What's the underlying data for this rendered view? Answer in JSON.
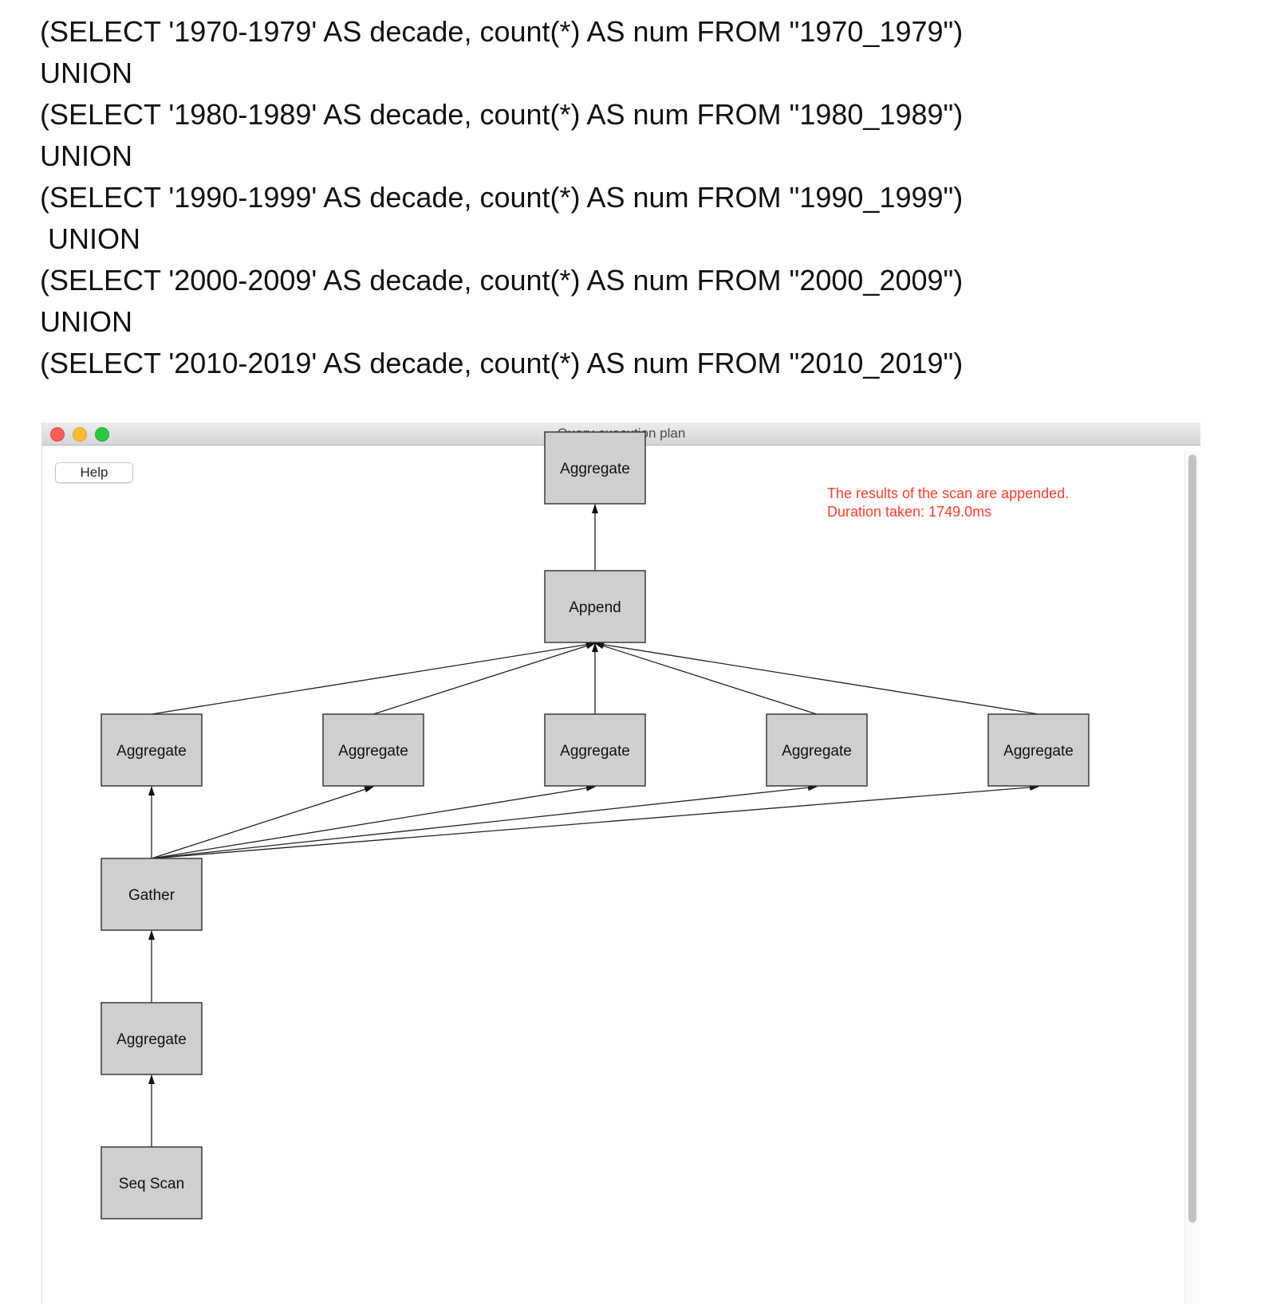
{
  "sql": {
    "lines": [
      "(SELECT '1970-1979' AS decade, count(*) AS num FROM \"1970_1979\")",
      "UNION",
      "(SELECT '1980-1989' AS decade, count(*) AS num FROM \"1980_1989\")",
      "UNION",
      "(SELECT '1990-1999' AS decade, count(*) AS num FROM \"1990_1999\")",
      " UNION",
      "(SELECT '2000-2009' AS decade, count(*) AS num FROM \"2000_2009\")",
      "UNION",
      "(SELECT '2010-2019' AS decade, count(*) AS num FROM \"2010_2019\")"
    ]
  },
  "window": {
    "title": "Query execution plan",
    "help_label": "Help",
    "info_lines": [
      "The results of the scan are appended.",
      "Duration taken: 1749.0ms"
    ],
    "colors": {
      "info_text": "#ff3b30",
      "node_fill": "#cfcfcf",
      "close": "#fc5f57",
      "minimize": "#fdbc2e",
      "maximize": "#28c840"
    }
  },
  "plan": {
    "nodes": [
      {
        "id": "root-aggregate",
        "label": "Aggregate"
      },
      {
        "id": "append",
        "label": "Append"
      },
      {
        "id": "aggregate-1",
        "label": "Aggregate"
      },
      {
        "id": "aggregate-2",
        "label": "Aggregate"
      },
      {
        "id": "aggregate-3",
        "label": "Aggregate"
      },
      {
        "id": "aggregate-4",
        "label": "Aggregate"
      },
      {
        "id": "aggregate-5",
        "label": "Aggregate"
      },
      {
        "id": "gather",
        "label": "Gather"
      },
      {
        "id": "partial-aggregate",
        "label": "Aggregate"
      },
      {
        "id": "seq-scan",
        "label": "Seq Scan"
      }
    ],
    "edges": [
      [
        "append",
        "root-aggregate"
      ],
      [
        "aggregate-1",
        "append"
      ],
      [
        "aggregate-2",
        "append"
      ],
      [
        "aggregate-3",
        "append"
      ],
      [
        "aggregate-4",
        "append"
      ],
      [
        "aggregate-5",
        "append"
      ],
      [
        "gather",
        "aggregate-1"
      ],
      [
        "gather",
        "aggregate-2"
      ],
      [
        "gather",
        "aggregate-3"
      ],
      [
        "gather",
        "aggregate-4"
      ],
      [
        "gather",
        "aggregate-5"
      ],
      [
        "partial-aggregate",
        "gather"
      ],
      [
        "seq-scan",
        "partial-aggregate"
      ]
    ]
  }
}
